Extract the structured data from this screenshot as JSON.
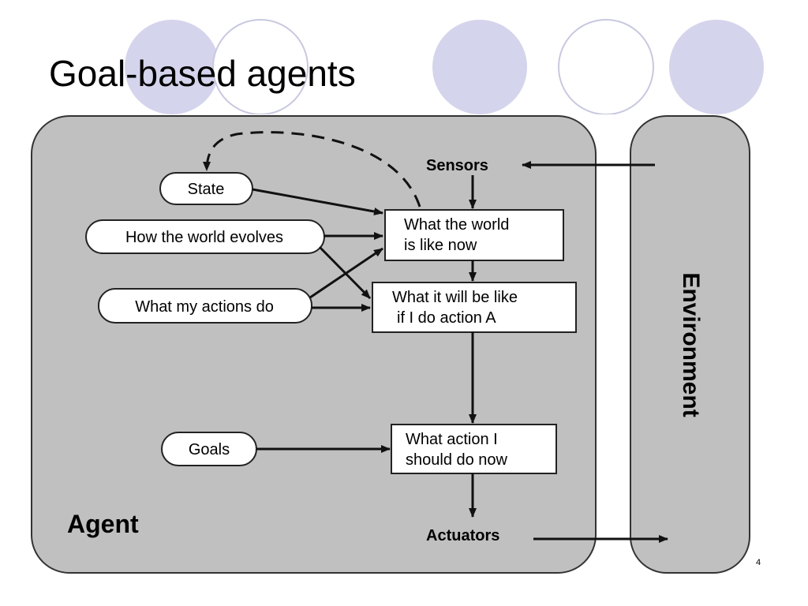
{
  "slide": {
    "title": "Goal-based agents",
    "page_number": "4"
  },
  "colors": {
    "deco_circle_fill": "#d4d4ec",
    "deco_circle_stroke": "#c8c8e0",
    "panel_fill": "#c0c0c0",
    "panel_stroke": "#333333",
    "box_fill": "#ffffff",
    "arrow": "#111111"
  },
  "diagram": {
    "agent_label": "Agent",
    "environment_label": "Environment",
    "sensors_label": "Sensors",
    "actuators_label": "Actuators",
    "ovals": {
      "state": "State",
      "world_evolves": "How the world evolves",
      "actions_do": "What my actions do",
      "goals": "Goals"
    },
    "boxes": {
      "world_now": [
        "What the world",
        "is like now"
      ],
      "if_action": [
        "What it will be like",
        "if I do action A"
      ],
      "what_action": [
        "What action I",
        "should do now"
      ]
    }
  }
}
